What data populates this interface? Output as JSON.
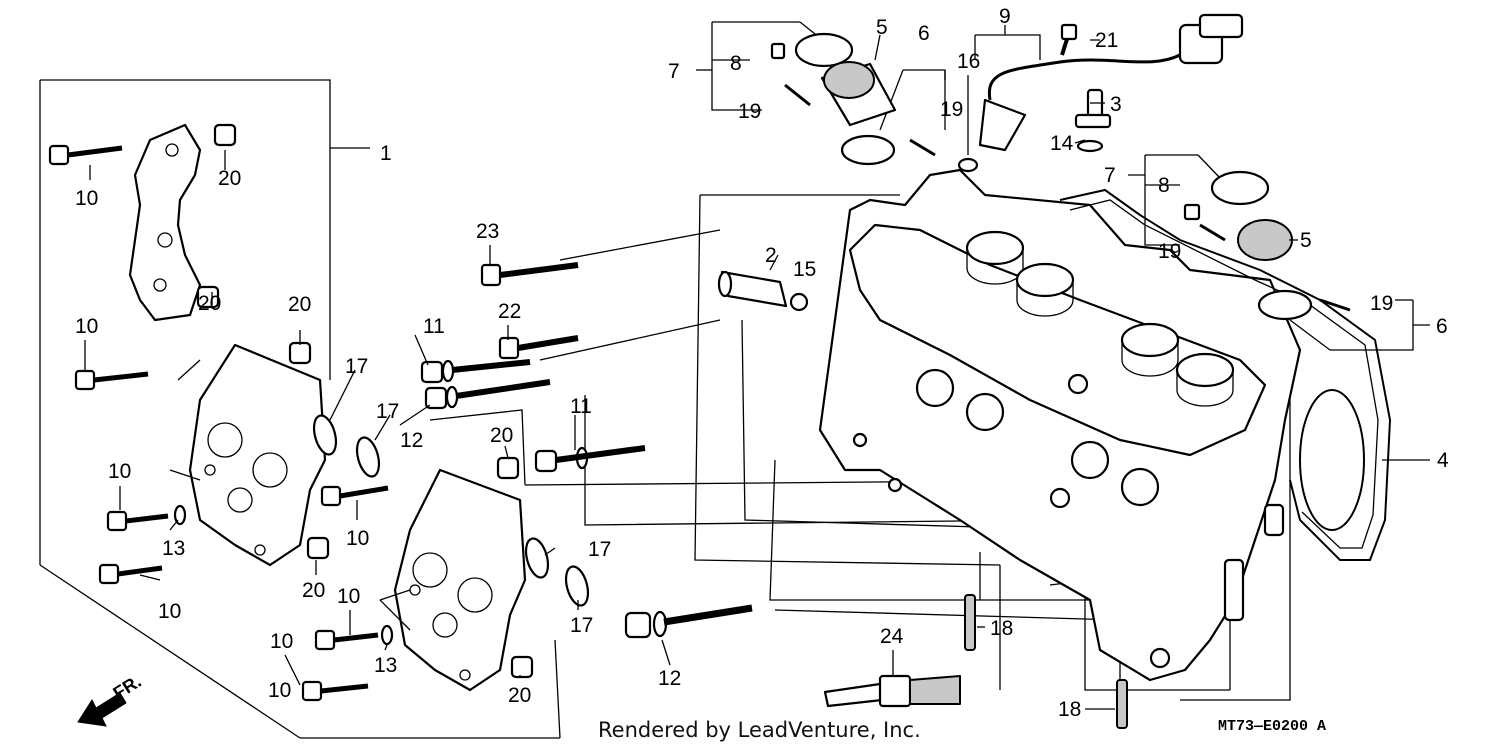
{
  "callouts": [
    {
      "id": "c1",
      "text": "1"
    },
    {
      "id": "c2",
      "text": "2"
    },
    {
      "id": "c3",
      "text": "3"
    },
    {
      "id": "c4",
      "text": "4"
    },
    {
      "id": "c5a",
      "text": "5"
    },
    {
      "id": "c5b",
      "text": "5"
    },
    {
      "id": "c6a",
      "text": "6"
    },
    {
      "id": "c6b",
      "text": "6"
    },
    {
      "id": "c7a",
      "text": "7"
    },
    {
      "id": "c7b",
      "text": "7"
    },
    {
      "id": "c8a",
      "text": "8"
    },
    {
      "id": "c8b",
      "text": "8"
    },
    {
      "id": "c9",
      "text": "9"
    },
    {
      "id": "c10a",
      "text": "10"
    },
    {
      "id": "c10b",
      "text": "10"
    },
    {
      "id": "c10c",
      "text": "10"
    },
    {
      "id": "c10d",
      "text": "10"
    },
    {
      "id": "c10e",
      "text": "10"
    },
    {
      "id": "c10f",
      "text": "10"
    },
    {
      "id": "c10g",
      "text": "10"
    },
    {
      "id": "c10h",
      "text": "10"
    },
    {
      "id": "c11a",
      "text": "11"
    },
    {
      "id": "c11b",
      "text": "11"
    },
    {
      "id": "c12a",
      "text": "12"
    },
    {
      "id": "c12b",
      "text": "12"
    },
    {
      "id": "c13a",
      "text": "13"
    },
    {
      "id": "c13b",
      "text": "13"
    },
    {
      "id": "c14",
      "text": "14"
    },
    {
      "id": "c15",
      "text": "15"
    },
    {
      "id": "c16",
      "text": "16"
    },
    {
      "id": "c17a",
      "text": "17"
    },
    {
      "id": "c17b",
      "text": "17"
    },
    {
      "id": "c17c",
      "text": "17"
    },
    {
      "id": "c17d",
      "text": "17"
    },
    {
      "id": "c18a",
      "text": "18"
    },
    {
      "id": "c18b",
      "text": "18"
    },
    {
      "id": "c19a",
      "text": "19"
    },
    {
      "id": "c19b",
      "text": "19"
    },
    {
      "id": "c19c",
      "text": "19"
    },
    {
      "id": "c19d",
      "text": "19"
    },
    {
      "id": "c20a",
      "text": "20"
    },
    {
      "id": "c20b",
      "text": "20"
    },
    {
      "id": "c20c",
      "text": "20"
    },
    {
      "id": "c20d",
      "text": "20"
    },
    {
      "id": "c20e",
      "text": "20"
    },
    {
      "id": "c20f",
      "text": "20"
    },
    {
      "id": "c21",
      "text": "21"
    },
    {
      "id": "c22",
      "text": "22"
    },
    {
      "id": "c23",
      "text": "23"
    },
    {
      "id": "c24",
      "text": "24"
    }
  ],
  "front_marker": "FR.",
  "credit": "Rendered by LeadVenture, Inc.",
  "diagram_code": "MT73—E0200 A"
}
